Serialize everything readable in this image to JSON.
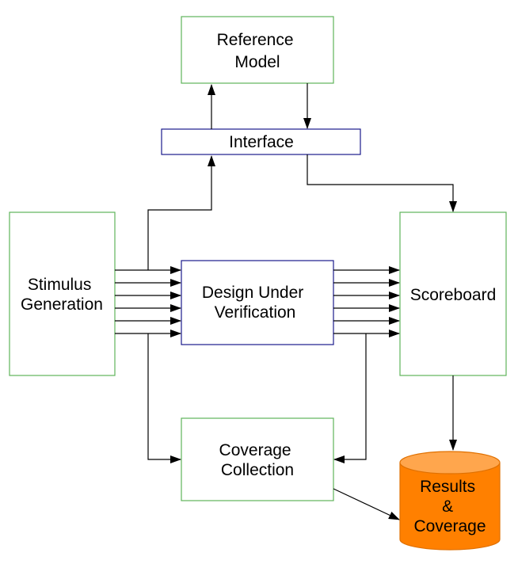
{
  "diagram": {
    "nodes": {
      "reference_model": {
        "line1": "Reference",
        "line2": "Model"
      },
      "interface": {
        "label": "Interface"
      },
      "stimulus_generation": {
        "line1": "Stimulus",
        "line2": "Generation"
      },
      "design_under_verification": {
        "line1": "Design Under",
        "line2": "Verification"
      },
      "scoreboard": {
        "label": "Scoreboard"
      },
      "coverage_collection": {
        "line1": "Coverage",
        "line2": "Collection"
      },
      "results_coverage": {
        "line1": "Results",
        "line2": "&",
        "line3": "Coverage"
      }
    },
    "edges": [
      {
        "from": "Interface",
        "to": "Reference Model"
      },
      {
        "from": "Reference Model",
        "to": "Interface"
      },
      {
        "from": "Stimulus Generation",
        "to": "Interface"
      },
      {
        "from": "Interface",
        "to": "Scoreboard"
      },
      {
        "from": "Stimulus Generation",
        "to": "Design Under Verification",
        "count": 6
      },
      {
        "from": "Design Under Verification",
        "to": "Scoreboard",
        "count": 6
      },
      {
        "from": "Stimulus Generation",
        "to": "Coverage Collection"
      },
      {
        "from": "Design Under Verification",
        "to": "Coverage Collection"
      },
      {
        "from": "Scoreboard",
        "to": "Results & Coverage"
      },
      {
        "from": "Coverage Collection",
        "to": "Results & Coverage"
      }
    ],
    "colors": {
      "box_border_green": "#5fb35a",
      "box_border_blue": "#1a1a8c",
      "cylinder_fill": "#ff8000",
      "cylinder_top": "#ffa64d",
      "cylinder_border": "#e07000",
      "line": "#000000"
    }
  }
}
